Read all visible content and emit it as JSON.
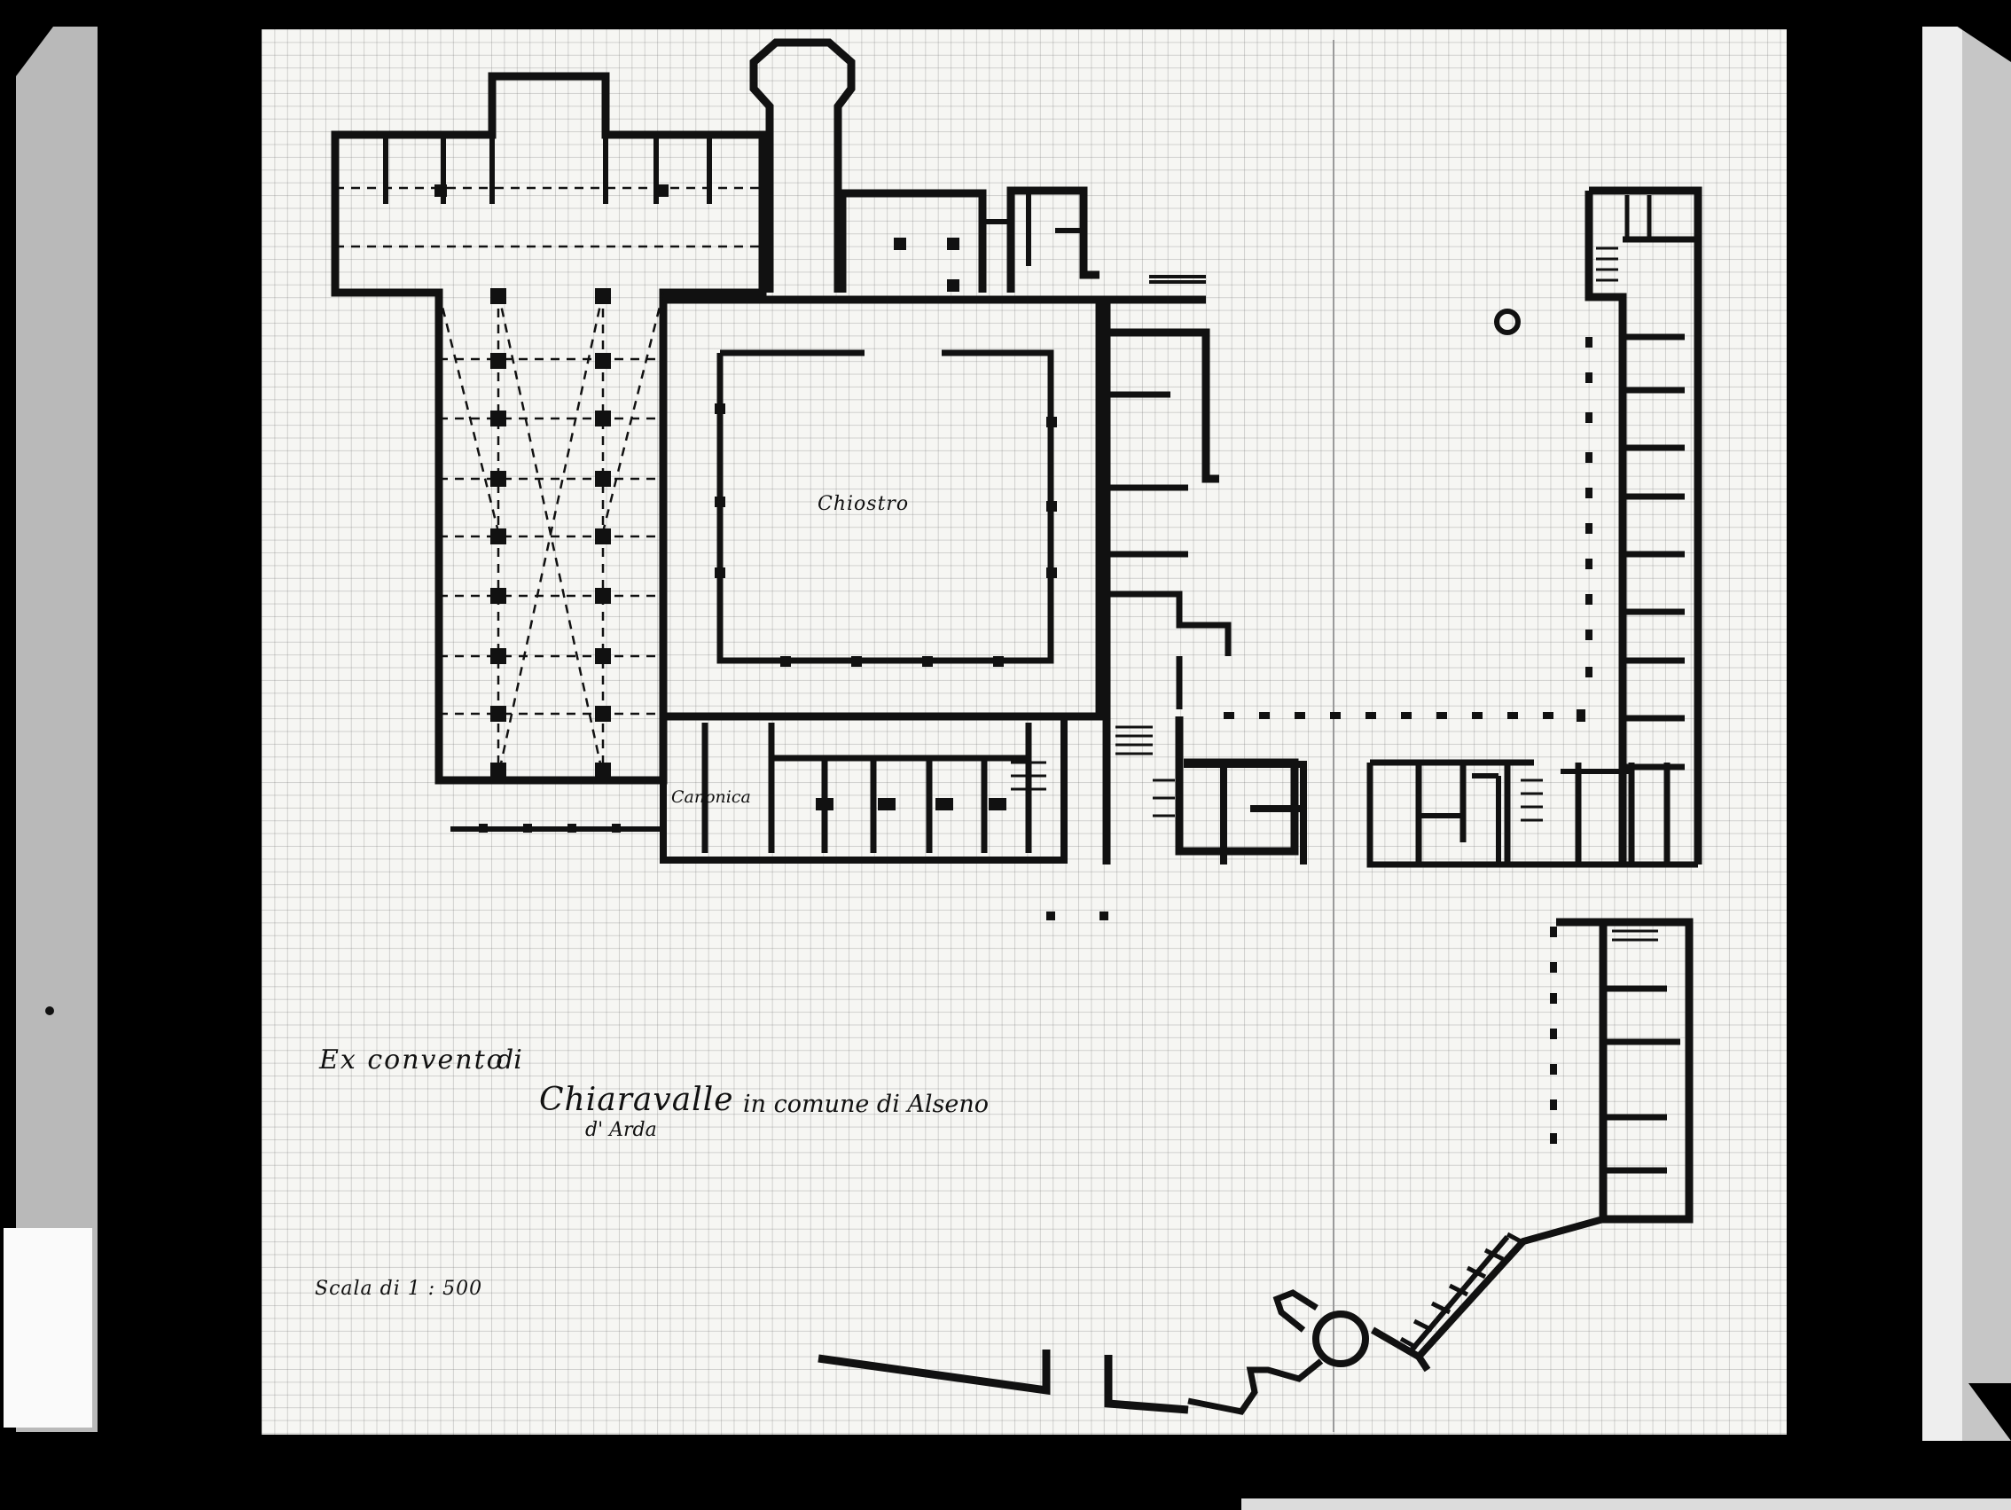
{
  "drawing": {
    "title_line1": "Ex convento",
    "title_line2": "di",
    "place": "Chiaravalle",
    "comune": "in comune di Alseno",
    "subplace": "d' Arda",
    "scale": "Scala di 1 : 500"
  },
  "rooms": {
    "cloister": "Chiostro",
    "canonica": "Canonica"
  }
}
